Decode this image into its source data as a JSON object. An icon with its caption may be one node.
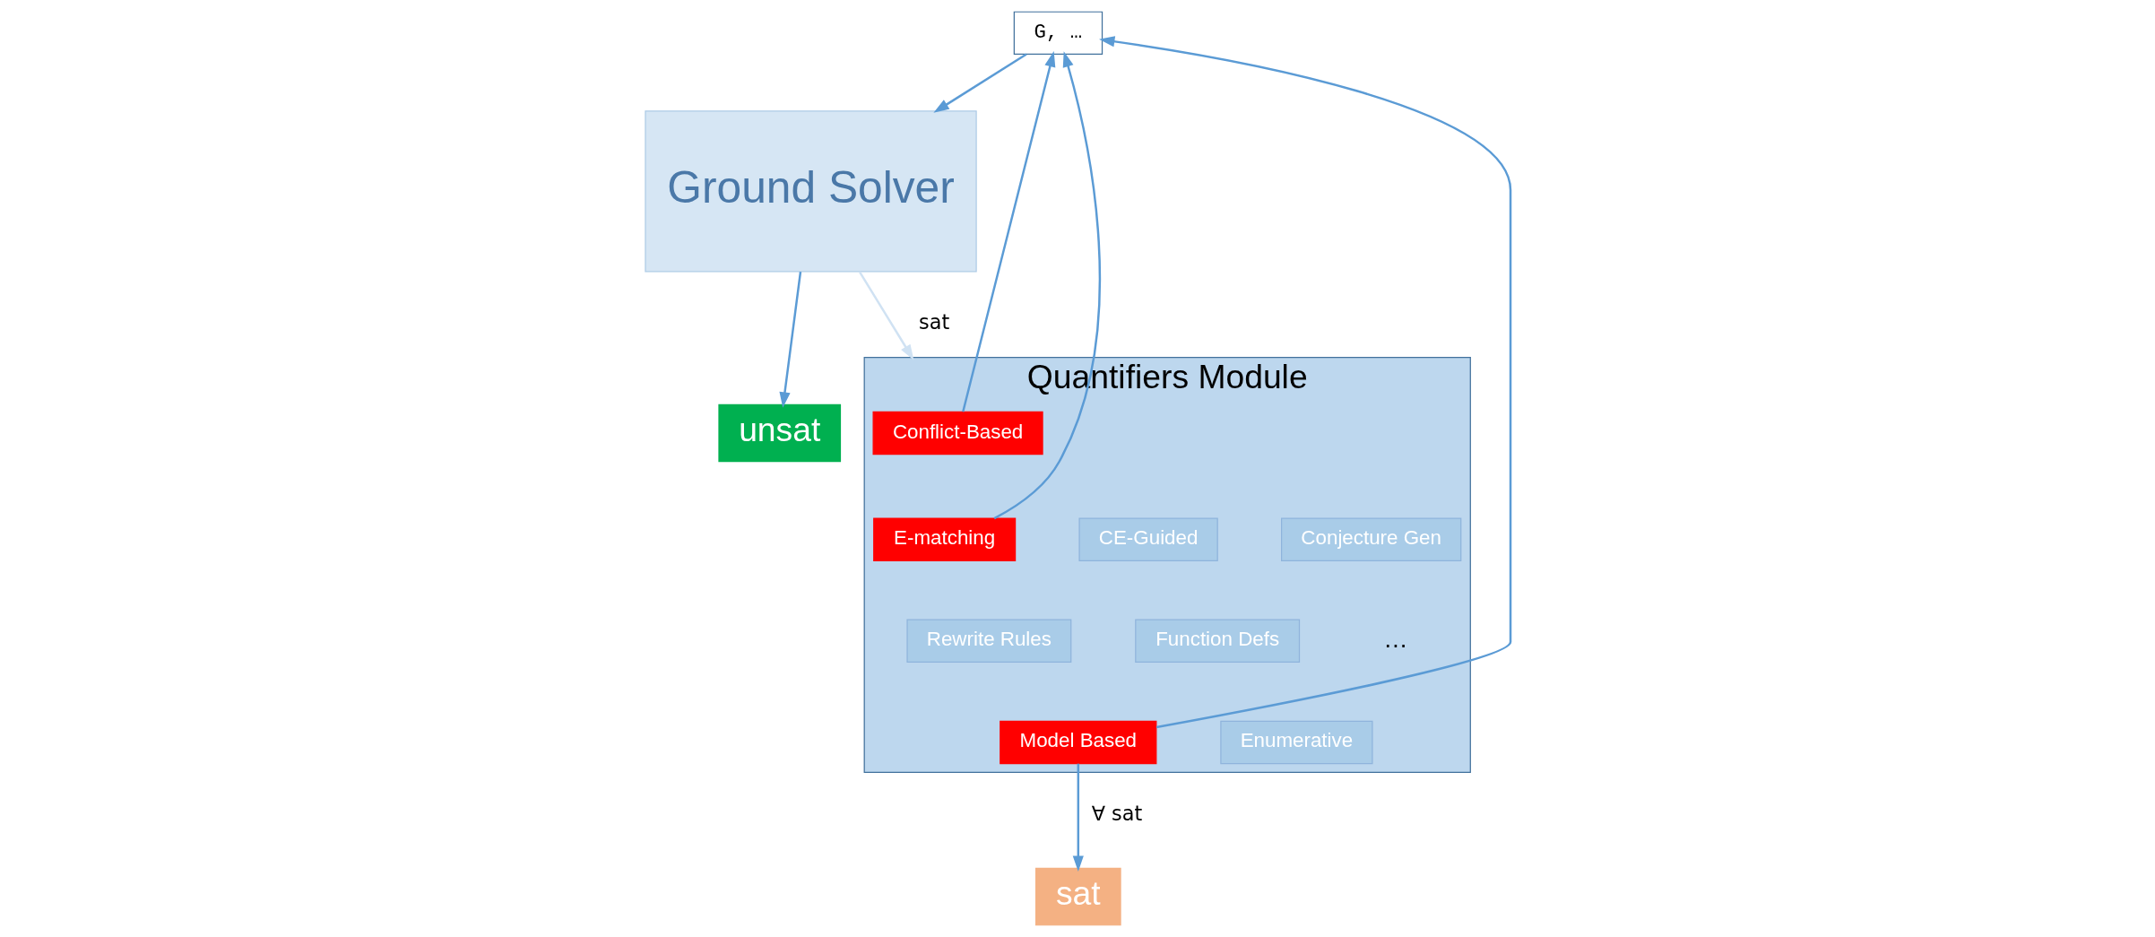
{
  "diagram": {
    "nodes": [
      {
        "text": [
          "G, …"
        ]
      },
      {
        "text": [
          "Ground Solver"
        ]
      },
      {
        "text": [
          "unsat"
        ]
      },
      {
        "text": [
          "Quantifiers Module"
        ]
      },
      {
        "text": [
          "Conflict-Based"
        ],
        "in": 3
      },
      {
        "text": [
          "E-matching"
        ],
        "in": 3
      },
      {
        "text": [
          "CE-Guided"
        ],
        "in": 3
      },
      {
        "text": [
          "Conjecture Gen"
        ],
        "in": 3
      },
      {
        "text": [
          "Rewrite Rules"
        ],
        "in": 3
      },
      {
        "text": [
          "Function Defs"
        ],
        "in": 3
      },
      {
        "text": [
          "Model Based"
        ],
        "in": 3
      },
      {
        "text": [
          "Enumerative"
        ],
        "in": 3
      },
      {
        "text": [
          "sat"
        ]
      }
    ],
    "edges": [
      {
        "from": 0,
        "to": 1,
        "arrow": "to"
      },
      {
        "from": 1,
        "to": 2,
        "arrow": "to"
      },
      {
        "from": 1,
        "to": 3,
        "arrow": "to",
        "label": "sat",
        "color": "#d0e2f3"
      },
      {
        "from": 4,
        "to": 0,
        "arrow": "to"
      },
      {
        "from": 5,
        "to": 0,
        "arrow": "to"
      },
      {
        "from": 10,
        "to": 0,
        "arrow": "to"
      },
      {
        "from": 10,
        "to": 12,
        "arrow": "to",
        "label": "∀ sat"
      }
    ],
    "labels": [
      "…"
    ]
  }
}
